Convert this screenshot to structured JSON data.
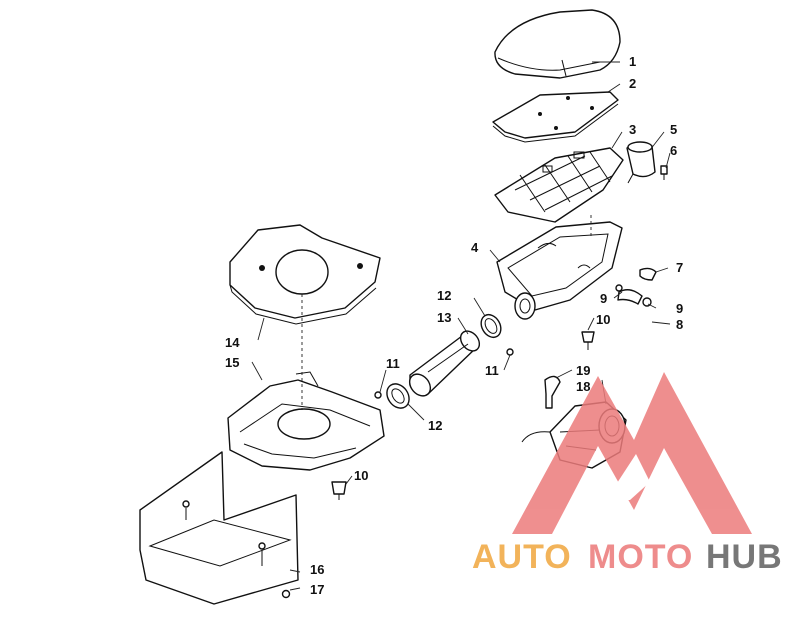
{
  "diagram": {
    "callouts": {
      "c1": "1",
      "c2": "2",
      "c3": "3",
      "c4": "4",
      "c5": "5",
      "c6": "6",
      "c7": "7",
      "c8": "8",
      "c9a": "9",
      "c9b": "9",
      "c10a": "10",
      "c10b": "10",
      "c11a": "11",
      "c11b": "11",
      "c12a": "12",
      "c12b": "12",
      "c13": "13",
      "c14": "14",
      "c15": "15",
      "c16": "16",
      "c17": "17",
      "c18": "18",
      "c19": "19"
    }
  },
  "watermark": {
    "auto": "AUTO",
    "moto": "MOTO",
    "hub": "HUB",
    "colors": {
      "auto": "#f2b35a",
      "moto": "#ee8c8c",
      "hub": "#777777",
      "logo": "#ec7b7b"
    }
  }
}
